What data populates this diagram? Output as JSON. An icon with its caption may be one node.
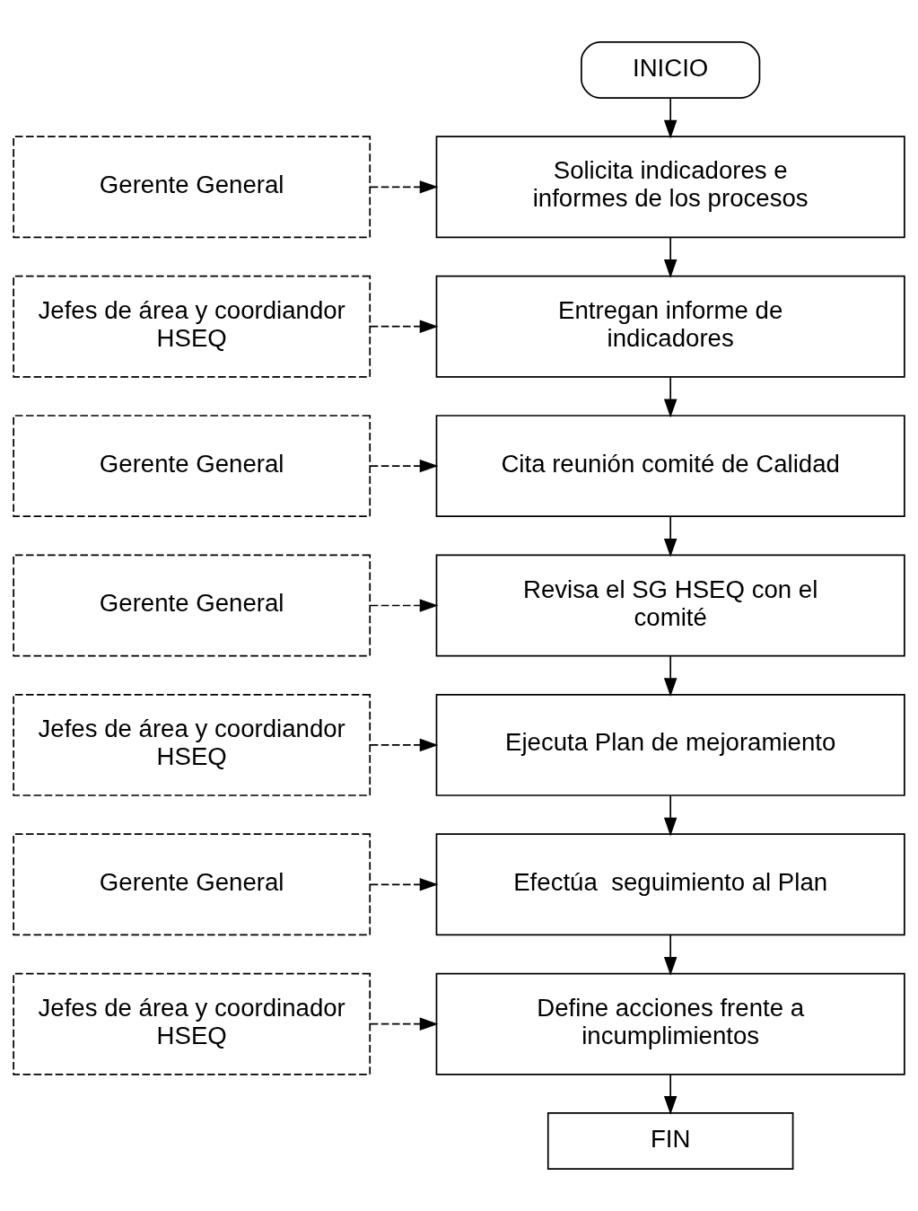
{
  "diagram": {
    "nodes": [
      {
        "text": [
          "INICIO"
        ]
      },
      {
        "text": [
          "Solicita indicadores e informes de los procesos"
        ]
      },
      {
        "text": [
          "Entregan informe de indicadores"
        ]
      },
      {
        "text": [
          "Cita reunión comité de Calidad"
        ]
      },
      {
        "text": [
          "Revisa el SG HSEQ con el comité"
        ]
      },
      {
        "text": [
          "Ejecuta Plan de mejoramiento"
        ]
      },
      {
        "text": [
          "Efectúa  seguimiento al Plan"
        ]
      },
      {
        "text": [
          "Define acciones frente a incumplimientos"
        ]
      },
      {
        "text": [
          "FIN"
        ]
      },
      {
        "text": [
          "Gerente General"
        ]
      },
      {
        "text": [
          "Jefes de área y coordiandor HSEQ"
        ]
      },
      {
        "text": [
          "Gerente General"
        ]
      },
      {
        "text": [
          "Gerente General"
        ]
      },
      {
        "text": [
          "Jefes de área y coordiandor HSEQ"
        ]
      },
      {
        "text": [
          "Gerente General"
        ]
      },
      {
        "text": [
          "Jefes de área y coordinador HSEQ"
        ]
      }
    ],
    "edges": [
      {
        "from": 0,
        "to": 1,
        "arrow": "to"
      },
      {
        "from": 9,
        "to": 1,
        "arrow": "to",
        "style": "dashed"
      },
      {
        "from": 1,
        "to": 2,
        "arrow": "to"
      },
      {
        "from": 10,
        "to": 2,
        "arrow": "to",
        "style": "dashed"
      },
      {
        "from": 2,
        "to": 3,
        "arrow": "to"
      },
      {
        "from": 11,
        "to": 3,
        "arrow": "to",
        "style": "dashed"
      },
      {
        "from": 3,
        "to": 4,
        "arrow": "to"
      },
      {
        "from": 12,
        "to": 4,
        "arrow": "to",
        "style": "dashed"
      },
      {
        "from": 4,
        "to": 5,
        "arrow": "to"
      },
      {
        "from": 13,
        "to": 5,
        "arrow": "to",
        "style": "dashed"
      },
      {
        "from": 5,
        "to": 6,
        "arrow": "to"
      },
      {
        "from": 14,
        "to": 6,
        "arrow": "to",
        "style": "dashed"
      },
      {
        "from": 6,
        "to": 7,
        "arrow": "to"
      },
      {
        "from": 15,
        "to": 7,
        "arrow": "to",
        "style": "dashed"
      },
      {
        "from": 7,
        "to": 8,
        "arrow": "to"
      }
    ]
  }
}
